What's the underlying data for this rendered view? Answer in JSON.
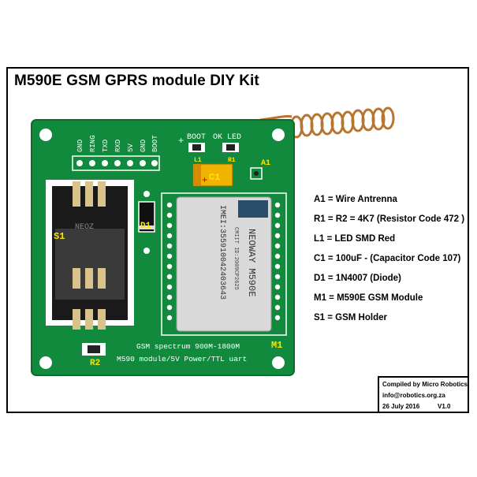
{
  "title": "M590E GSM GPRS module DIY Kit",
  "board": {
    "pin_labels": [
      "GND",
      "RING",
      "TXD",
      "RXD",
      "5V",
      "GND",
      "BOOT"
    ],
    "top_labels": [
      "BOOT",
      "OK",
      "LED"
    ],
    "silk_line1": "GSM spectrum 900M-1800M",
    "silk_line2": "M590 module/5V Power/TTL uart",
    "module_text": [
      "NEOWAY M590E",
      "CMIIT ID:2009CP2625",
      "IMEI:355910042403643"
    ],
    "sim_text": "NEOZ",
    "component_tags": {
      "a1": "A1",
      "r1": "R1",
      "l1": "L1",
      "c1": "C1",
      "d1": "D1",
      "m1": "M1",
      "s1": "S1",
      "r2": "R2"
    },
    "colors": {
      "pcb": "#118a3e",
      "pcb_edge": "#0b6b2d",
      "silk": "#ffffff",
      "tag": "#ffe400",
      "antenna": "#b8752f",
      "module": "#d9d9d9",
      "capacitor": "#f0b400"
    }
  },
  "legend": [
    "A1 = Wire Antrenna",
    "R1 = R2 =  4K7  (Resistor Code 472 )",
    "L1 = LED SMD Red",
    "C1 =  100uF  - (Capacitor Code 107)",
    "D1 = 1N4007 (Diode)",
    "M1 = M590E GSM Module",
    "S1 = GSM Holder"
  ],
  "credits": {
    "line1": "Compiled by Micro Robotics",
    "line2": "info@robotics.org.za",
    "date": "26 July 2016",
    "version": "V1.0"
  }
}
